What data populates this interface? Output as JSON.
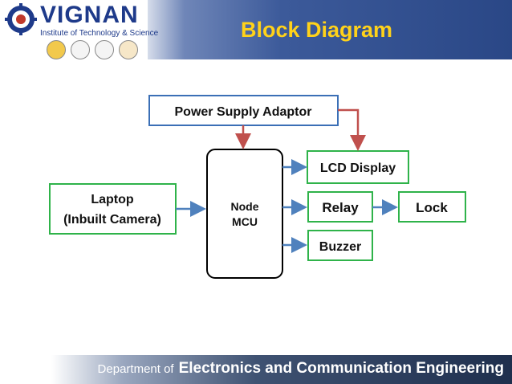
{
  "header": {
    "brand_name": "VIGNAN",
    "brand_subtitle": "Institute of Technology & Science",
    "slide_title": "Block Diagram",
    "title_color": "#ffd21a",
    "band_color": "#2a4786"
  },
  "diagram": {
    "nodes": {
      "power_supply": "Power Supply Adaptor",
      "lcd_display": "LCD Display",
      "laptop_line1": "Laptop",
      "laptop_line2": "(Inbuilt Camera)",
      "nodemcu_line1": "Node",
      "nodemcu_line2": "MCU",
      "relay": "Relay",
      "lock": "Lock",
      "buzzer": "Buzzer"
    },
    "colors": {
      "power_supply_border": "#3b6fb6",
      "green_border": "#2fb34a",
      "power_arrow": "#c0504d",
      "signal_arrow": "#4f81bd"
    }
  },
  "footer": {
    "prefix": "Department of",
    "department": "Electronics and Communication Engineering"
  }
}
